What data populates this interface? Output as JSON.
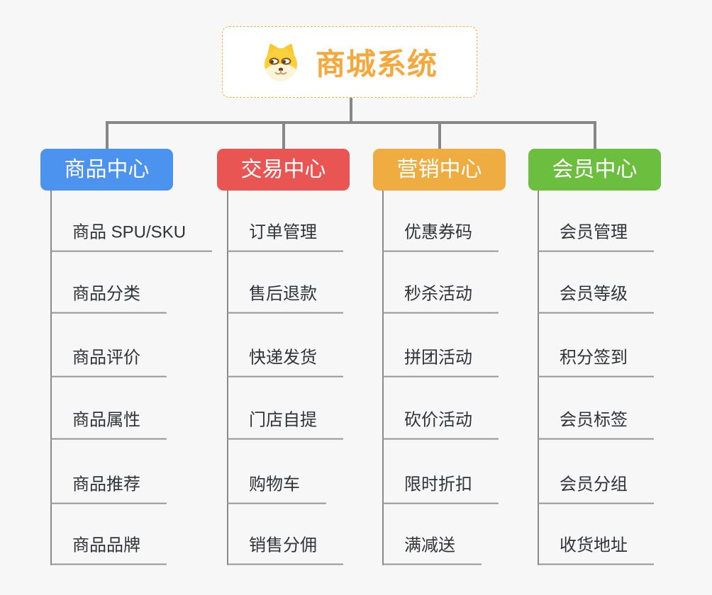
{
  "root": {
    "title": "商城系统",
    "icon": "doge-icon"
  },
  "colors": {
    "background": "#f7f7f7",
    "root_border": "#f2b04a",
    "root_title": "#f5a93c",
    "connector": "#878787",
    "branch_line": "#8a8a8a",
    "leaf_underline": "#969696",
    "leaf_text": "#303338",
    "header_text": "#ffffff"
  },
  "branches": [
    {
      "label": "商品中心",
      "color": "#4b93ee",
      "items": [
        "商品 SPU/SKU",
        "商品分类",
        "商品评价",
        "商品属性",
        "商品推荐",
        "商品品牌"
      ]
    },
    {
      "label": "交易中心",
      "color": "#e85552",
      "items": [
        "订单管理",
        "售后退款",
        "快递发货",
        "门店自提",
        "购物车",
        "销售分佣"
      ]
    },
    {
      "label": "营销中心",
      "color": "#efac41",
      "items": [
        "优惠券码",
        "秒杀活动",
        "拼团活动",
        "砍价活动",
        "限时折扣",
        "满减送"
      ]
    },
    {
      "label": "会员中心",
      "color": "#6cbe3e",
      "items": [
        "会员管理",
        "会员等级",
        "积分签到",
        "会员标签",
        "会员分组",
        "收货地址"
      ]
    }
  ]
}
